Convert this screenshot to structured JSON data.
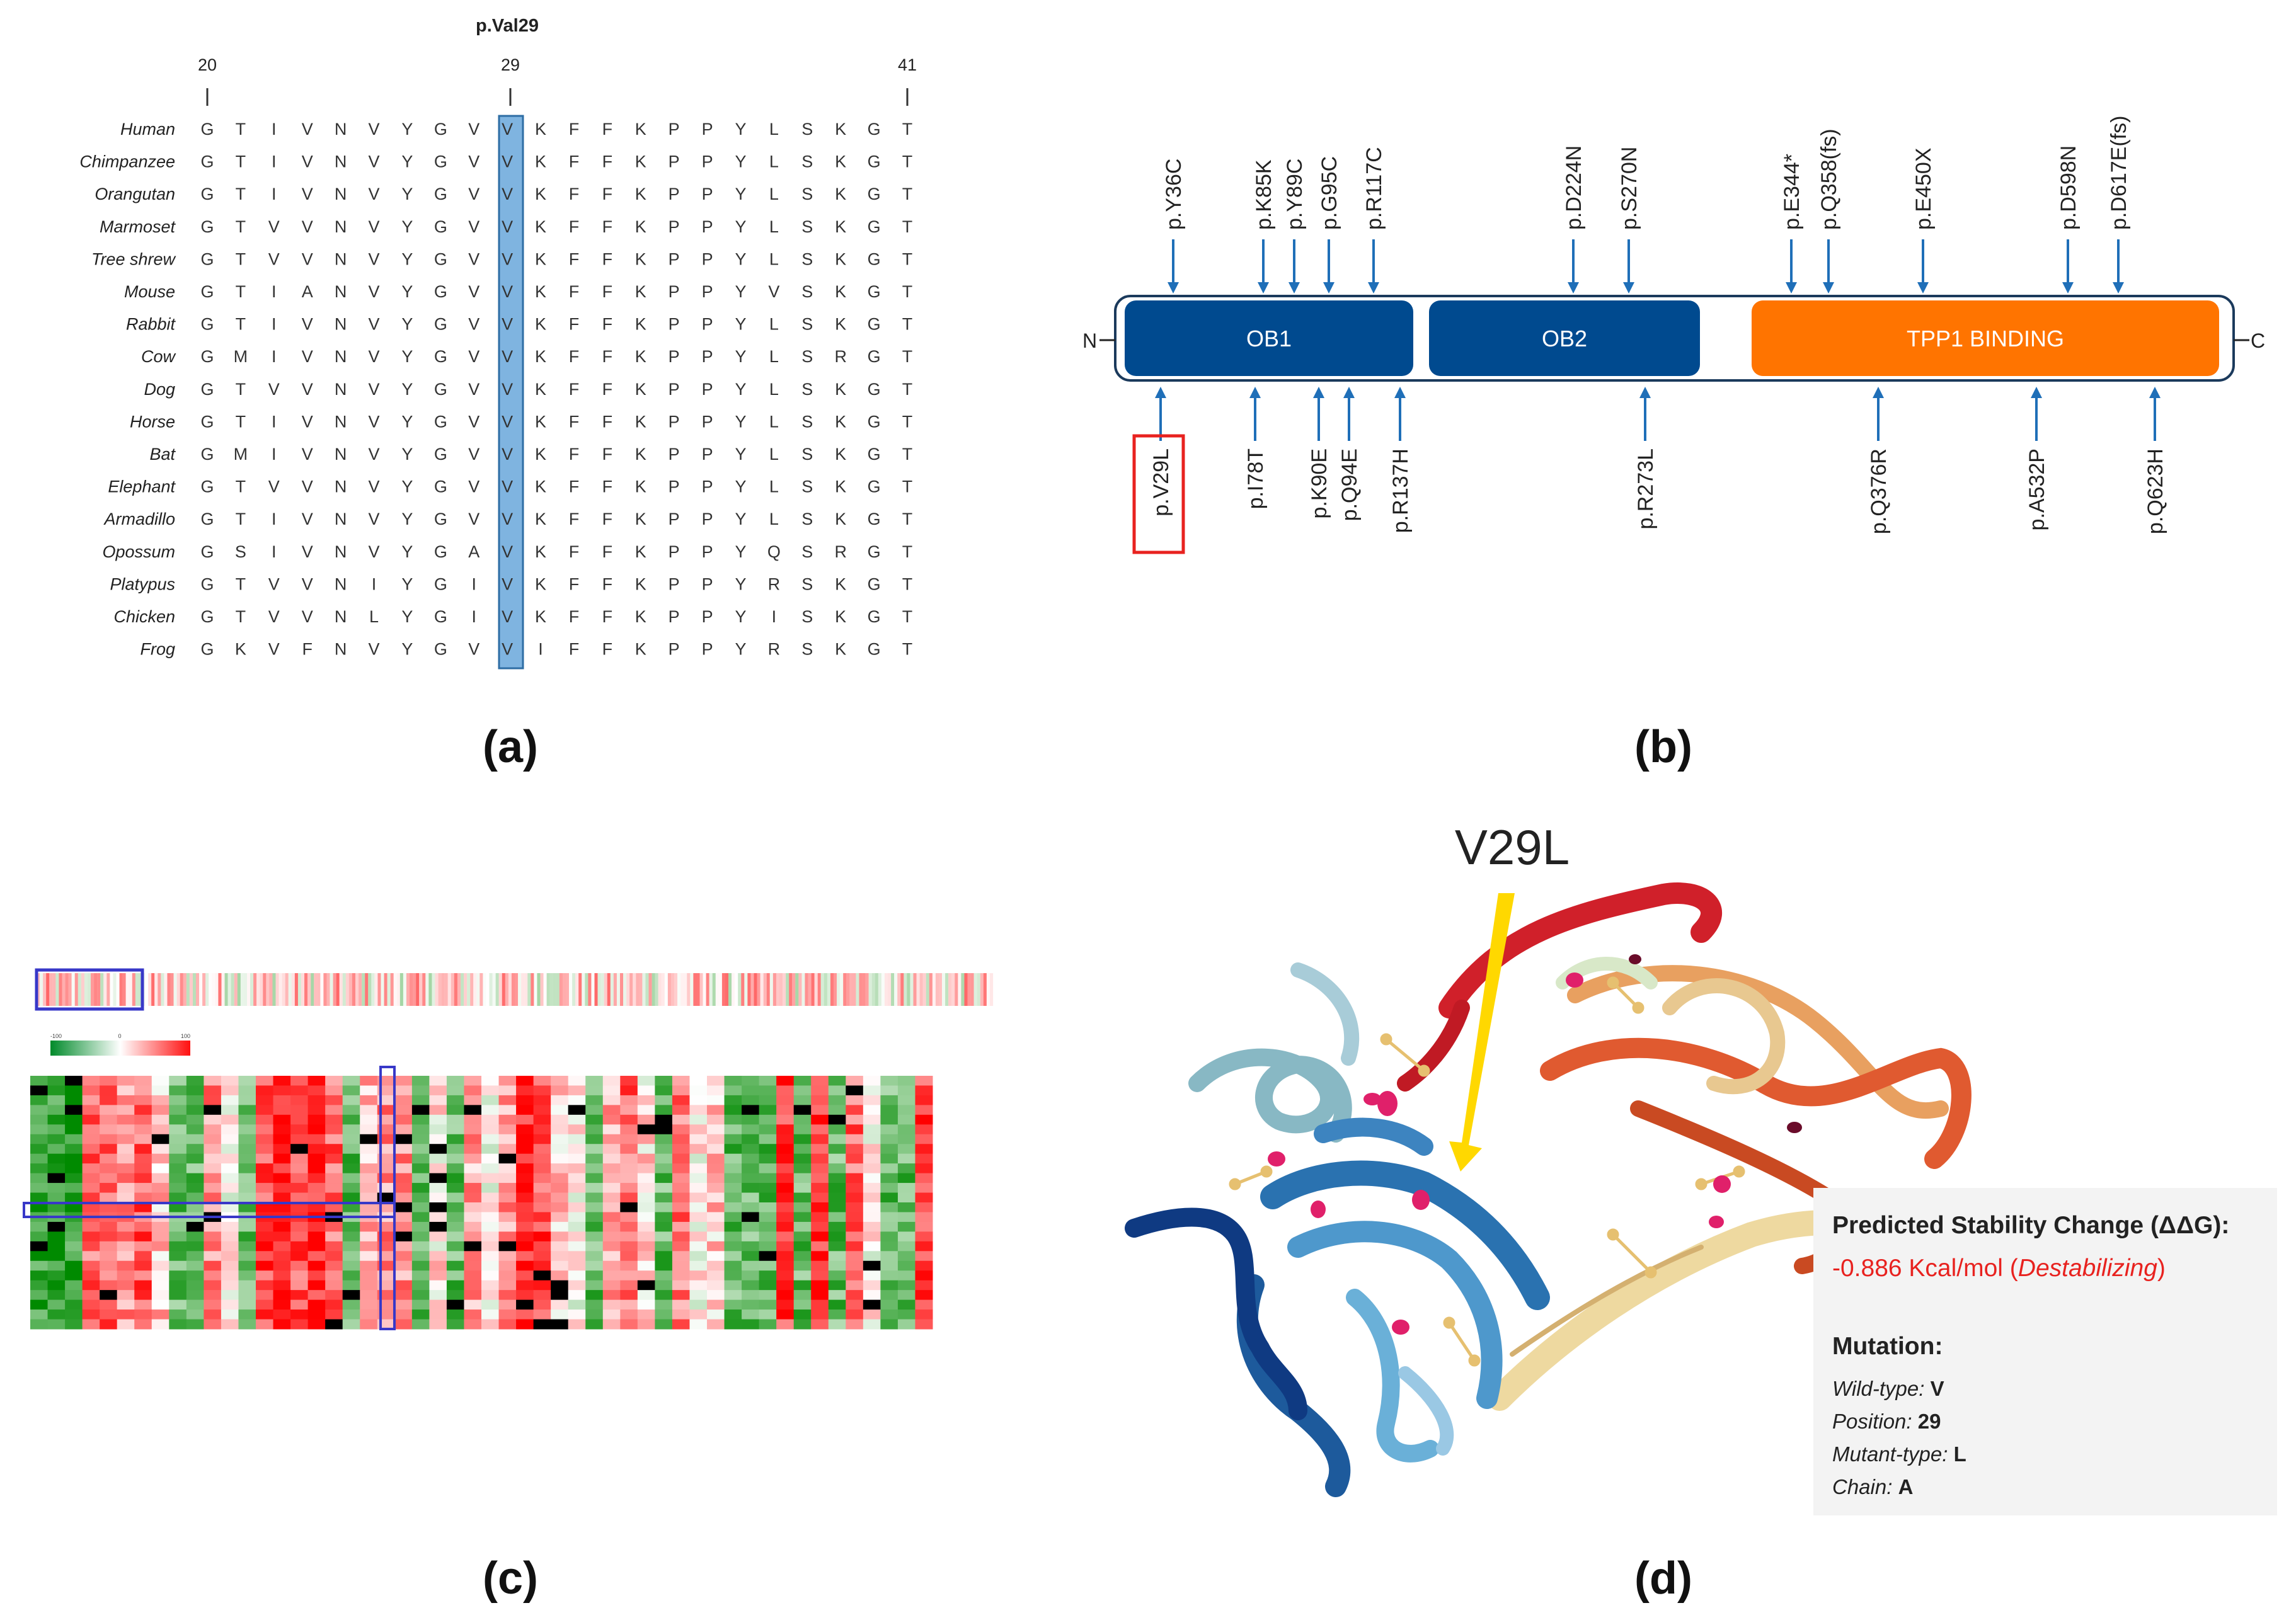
{
  "panel_a": {
    "title": "p.Val29",
    "ticks": [
      "20",
      "29",
      "41"
    ],
    "rows": [
      {
        "species": "Human",
        "seq": "GTIVNVYGVVKFFKPPYLSKGT"
      },
      {
        "species": "Chimpanzee",
        "seq": "GTIVNVYGVVKFFKPPYLSKGT"
      },
      {
        "species": "Orangutan",
        "seq": "GTIVNVYGVVKFFKPPYLSKGT"
      },
      {
        "species": "Marmoset",
        "seq": "GTVVNVYGVVKFFKPPYLSKGT"
      },
      {
        "species": "Tree shrew",
        "seq": "GTVVNVYGVVKFFKPPYLSKGT"
      },
      {
        "species": "Mouse",
        "seq": "GTIANVYGVVKFFKPPYVSKGT"
      },
      {
        "species": "Rabbit",
        "seq": "GTIVNVYGVVKFFKPPYLSKGT"
      },
      {
        "species": "Cow",
        "seq": "GMIVNVYGVVKFFKPPYLSRGT"
      },
      {
        "species": "Dog",
        "seq": "GTVVNVYGVVKFFKPPYLSKGT"
      },
      {
        "species": "Horse",
        "seq": "GTIVNVYGVVKFFKPPYLSKGT"
      },
      {
        "species": "Bat",
        "seq": "GMIVNVYGVVKFFKPPYLSKGT"
      },
      {
        "species": "Elephant",
        "seq": "GTVVNVYGVVKFFKPPYLSKGT"
      },
      {
        "species": "Armadillo",
        "seq": "GTIVNVYGVVKFFKPPYLSKGT"
      },
      {
        "species": "Opossum",
        "seq": "GSIVNVYGAVKFFKPPYQSRGT"
      },
      {
        "species": "Platypus",
        "seq": "GTVVNIYGIVKFFKPPYRSKGT"
      },
      {
        "species": "Chicken",
        "seq": "GTVVNLYGIVKFFKPPYISKGT"
      },
      {
        "species": "Frog",
        "seq": "GKVFNVYGVVIFFKPPYRSKGT"
      }
    ],
    "label": "(a)"
  },
  "panel_b": {
    "n_term": "N",
    "c_term": "C",
    "domains": [
      "OB1",
      "OB2",
      "TPP1 BINDING"
    ],
    "domain_colors": [
      "#004a8f",
      "#004a8f",
      "#ff7400"
    ],
    "top_mutations": [
      "p.Y36C",
      "p.K85K",
      "p.Y89C",
      "p.G95C",
      "p.R117C",
      "p.D224N",
      "p.S270N",
      "p.E344*",
      "p.Q358(fs)",
      "p.E450X",
      "p.D598N",
      "p.D617E(fs)"
    ],
    "bottom_mutations": [
      "p.V29L",
      "p.I78T",
      "p.K90E",
      "p.Q94E",
      "p.R137H",
      "p.R273L",
      "p.Q376R",
      "p.A532P",
      "p.Q623H"
    ],
    "highlight": "p.V29L",
    "label": "(b)"
  },
  "panel_c": {
    "legend": [
      "-100",
      "0",
      "100"
    ],
    "label": "(c)"
  },
  "panel_d": {
    "mutation_label": "V29L",
    "stability_header": "Predicted Stability Change (ΔΔG):",
    "stability_value": "-0.886 Kcal/mol",
    "stability_effect": "Destabilizing",
    "mutation_header": "Mutation:",
    "wild_type_label": "Wild-type:",
    "wild_type": "V",
    "position_label": "Position:",
    "position": "29",
    "mutant_label": "Mutant-type:",
    "mutant": "L",
    "chain_label": "Chain:",
    "chain": "A",
    "label": "(d)"
  }
}
